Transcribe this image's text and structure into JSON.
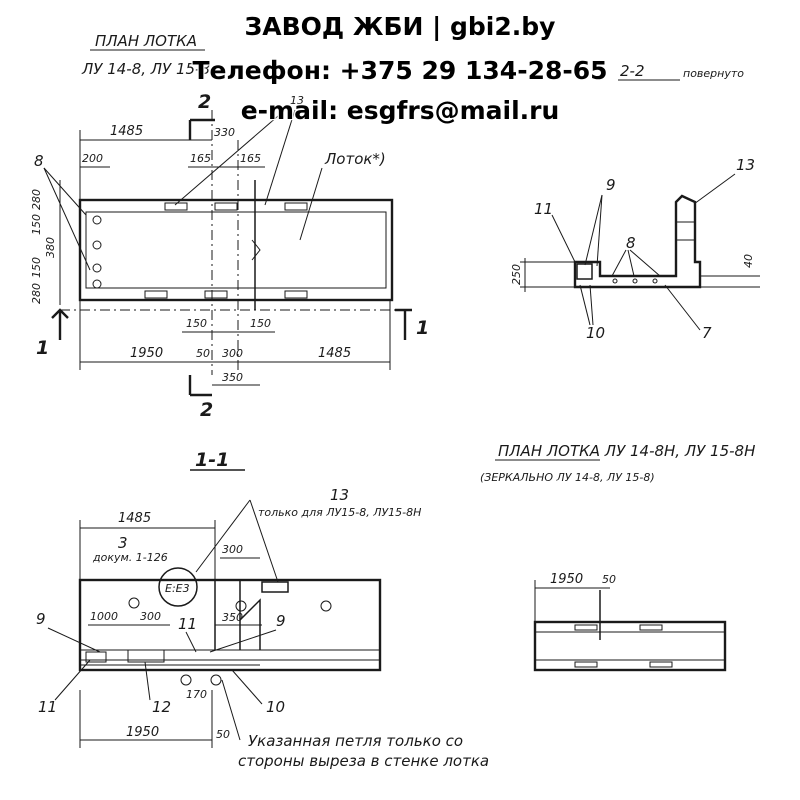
{
  "watermark": {
    "line1": "ЗАВОД ЖБИ | gbi2.by",
    "line2": "Телефон: +375 29 134-28-65",
    "line3": "e-mail: esgfrs@mail.ru"
  },
  "plan_view": {
    "title": "ПЛАН ЛОТКА",
    "subtitle": "ЛУ 14-8, ЛУ 15-8",
    "callout_potok": "Лоток*)",
    "callout_13_note": "только для ЛУ 15-8, ЛУ 15-8Н",
    "dims": {
      "top_left": "1485",
      "d200": "200",
      "d330": "330",
      "d165a": "165",
      "d165b": "165",
      "side_280a": "280",
      "side_150a": "150",
      "side_380": "380",
      "side_150b": "150",
      "side_280b": "280",
      "d150a": "150",
      "d150b": "150",
      "bottom_1950": "1950",
      "d50": "50",
      "d300": "300",
      "d350": "350",
      "bottom_right_1485": "1485"
    },
    "labels": {
      "n8": "8",
      "n13": "13",
      "cut2_top": "2",
      "cut2_bottom": "2",
      "cut1_left": "1",
      "cut1_right": "1"
    }
  },
  "section_2_2": {
    "title": "2-2",
    "rotated": "повернуто",
    "labels": {
      "n9": "9",
      "n11": "11",
      "n13": "13",
      "n8": "8",
      "n10": "10",
      "n7": "7"
    },
    "dims": {
      "d250": "250",
      "d40": "40"
    }
  },
  "section_1_1": {
    "title": "1-1",
    "callout_13": "13",
    "callout_13_note": "только для ЛУ15-8, ЛУ15-8Н",
    "dims": {
      "top_1485": "1485",
      "d300a": "300",
      "d1000": "1000",
      "d300b": "300",
      "d350": "350",
      "d170": "170",
      "d50": "50",
      "bottom_1950": "1950"
    },
    "labels": {
      "n3": "3",
      "docum": "докум. 1-126",
      "n9a": "9",
      "n9b": "9",
      "n11a": "11",
      "n11b": "11",
      "n12": "12",
      "n10": "10"
    },
    "note_line1": "Указанная петля только со",
    "note_line2": "стороны выреза в стенке лотка"
  },
  "mirror_plan": {
    "title": "ПЛАН ЛОТКА  ЛУ 14-8Н, ЛУ 15-8Н",
    "subtitle": "(ЗЕРКАЛЬНО ЛУ 14-8, ЛУ 15-8)",
    "dims": {
      "d1950": "1950",
      "d50": "50"
    }
  }
}
